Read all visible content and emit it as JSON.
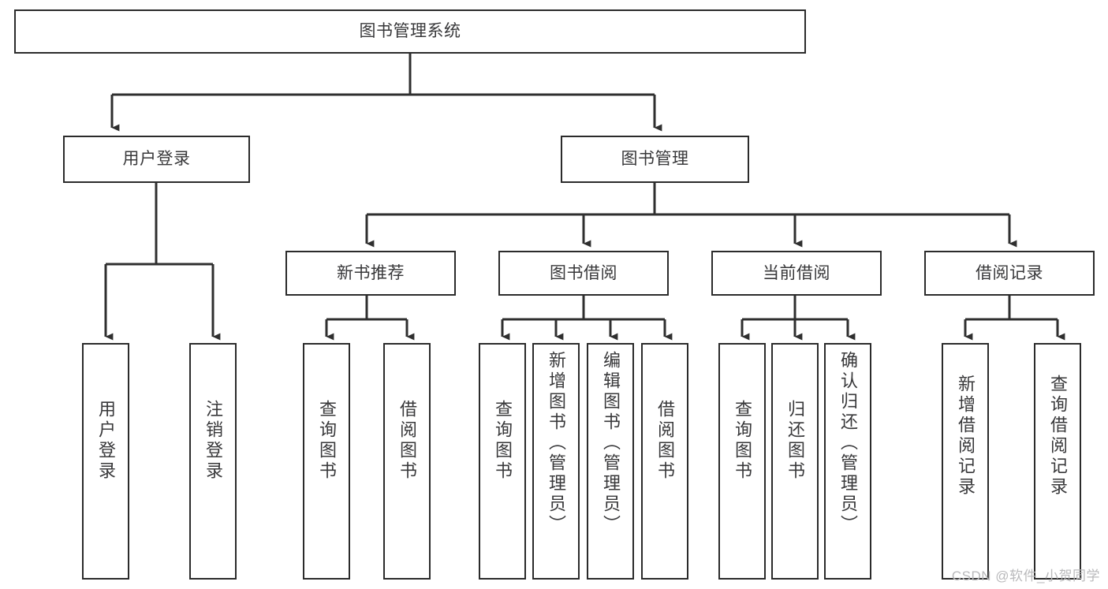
{
  "diagram": {
    "title": "图书管理系统",
    "type": "hierarchy-tree",
    "orientation": "top-down",
    "colors": {
      "border": "#2b2b2b",
      "background": "#ffffff",
      "text": "#38383a",
      "connector": "#2f2f2f",
      "watermark": "#b9b9bb"
    }
  },
  "root": {
    "label": "图书管理系统"
  },
  "level2": [
    {
      "label": "用户登录"
    },
    {
      "label": "图书管理"
    }
  ],
  "level3": [
    {
      "label": "新书推荐"
    },
    {
      "label": "图书借阅"
    },
    {
      "label": "当前借阅"
    },
    {
      "label": "借阅记录"
    }
  ],
  "leaves": {
    "user_login": [
      {
        "label": "用户登录"
      },
      {
        "label": "注销登录"
      }
    ],
    "new_book_recommend": [
      {
        "label": "查询图书"
      },
      {
        "label": "借阅图书"
      }
    ],
    "book_borrow": [
      {
        "label": "查询图书"
      },
      {
        "label": "新增图书（管理员）"
      },
      {
        "label": "编辑图书（管理员）"
      },
      {
        "label": "借阅图书"
      }
    ],
    "current_borrow": [
      {
        "label": "查询图书"
      },
      {
        "label": "归还图书"
      },
      {
        "label": "确认归还（管理员）"
      }
    ],
    "borrow_record": [
      {
        "label": "新增借阅记录"
      },
      {
        "label": "查询借阅记录"
      }
    ]
  },
  "watermark": {
    "text": "CSDN @软件_小贺同学"
  }
}
